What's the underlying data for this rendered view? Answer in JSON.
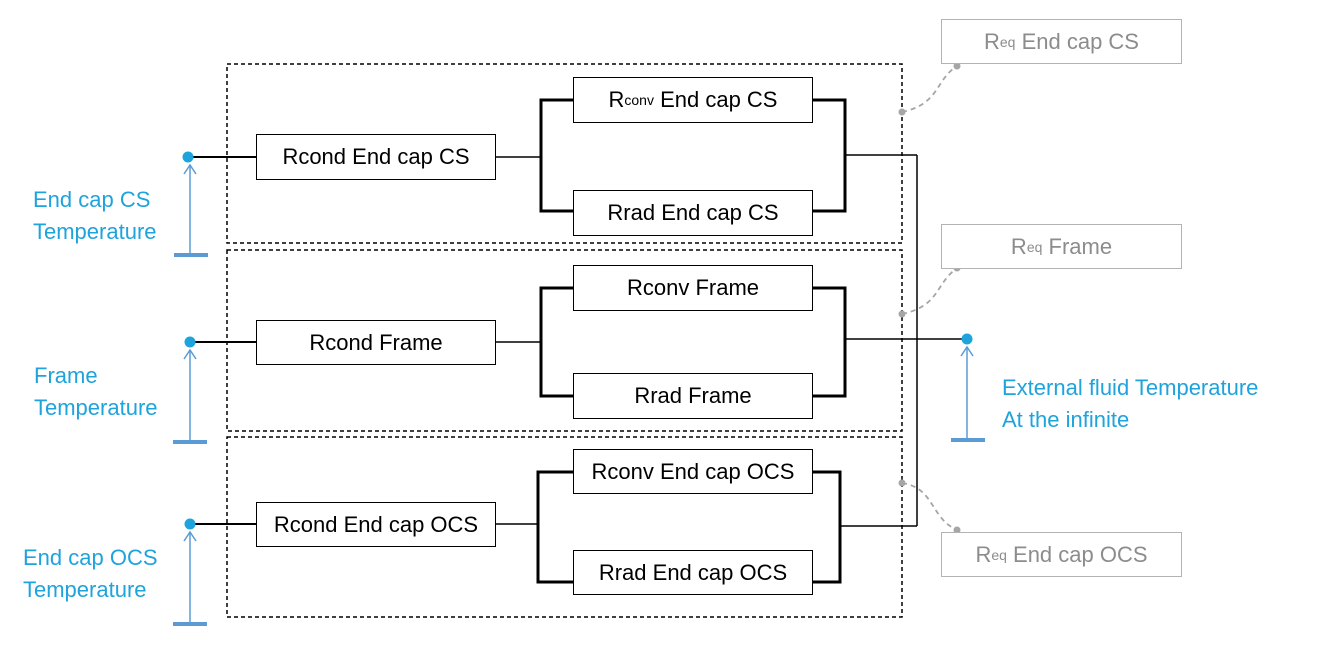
{
  "sources": [
    {
      "line1": "End cap CS",
      "line2": "Temperature"
    },
    {
      "line1": "Frame",
      "line2": "Temperature"
    },
    {
      "line1": "End cap OCS",
      "line2": "Temperature"
    }
  ],
  "sink": {
    "line1": "External fluid Temperature",
    "line2": "At the infinite"
  },
  "groups": [
    {
      "cond": "Rcond End cap CS",
      "conv": {
        "main": "R",
        "sub": "conv",
        "suffix": " End cap CS"
      },
      "rad": "Rrad End cap CS",
      "req": {
        "main": "R",
        "sub": "eq",
        "suffix": " End cap CS"
      }
    },
    {
      "cond": "Rcond Frame",
      "conv": {
        "main": "Rconv Frame",
        "sub": "",
        "suffix": ""
      },
      "rad": "Rrad Frame",
      "req": {
        "main": "R",
        "sub": "eq",
        "suffix": " Frame"
      }
    },
    {
      "cond": "Rcond End cap OCS",
      "conv": {
        "main": "Rconv End cap OCS",
        "sub": "",
        "suffix": ""
      },
      "rad": "Rrad End cap OCS",
      "req": {
        "main": "R",
        "sub": "eq",
        "suffix": " End cap OCS"
      }
    }
  ],
  "colors": {
    "accent": "#1fa3dc",
    "source_symbol": "#5b9bd5",
    "req_box": "#b3b3b3",
    "req_text": "#8c8c8c",
    "line": "#000000"
  }
}
